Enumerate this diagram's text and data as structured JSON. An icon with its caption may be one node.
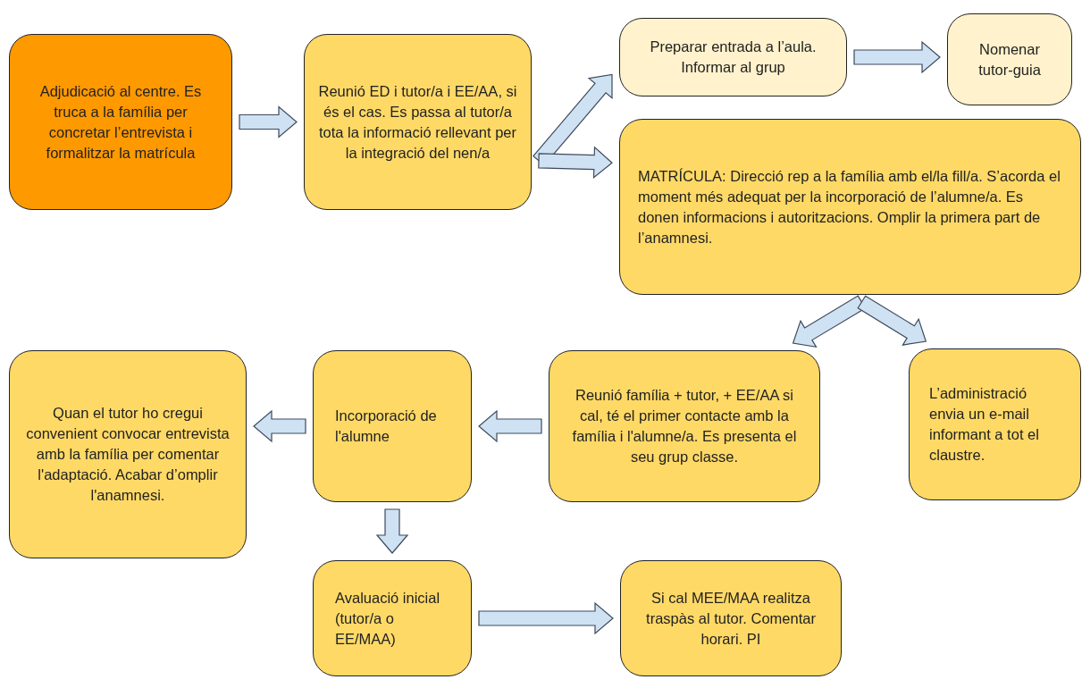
{
  "diagram": {
    "nodes": [
      {
        "text": [
          "Adjudicació al centre. Es truca a la família per concretar l’entrevista i formalitzar la matrícula"
        ]
      },
      {
        "text": [
          "Reunió ED i tutor/a i EE/AA, si és el cas. Es passa al tutor/a tota la informació rellevant per la integració del nen/a"
        ]
      },
      {
        "text": [
          "Preparar entrada a l’aula. Informar al grup"
        ]
      },
      {
        "text": [
          "Nomenar tutor-guia"
        ]
      },
      {
        "text": [
          "MATRÍCULA: Direcció rep a la família amb el/la fill/a. S’acorda el moment més adequat per la incorporació de l’alumne/a. Es donen informacions i autoritzacions. Omplir la primera part de l’anamnesi."
        ]
      },
      {
        "text": [
          "L’administració envia un e-mail informant a tot el claustre."
        ]
      },
      {
        "text": [
          "Reunió família + tutor, + EE/AA si cal, té el primer contacte amb la família i l'alumne/a. Es presenta el seu grup classe."
        ]
      },
      {
        "text": [
          "Incorporació de l'alumne"
        ]
      },
      {
        "text": [
          "Quan el tutor ho cregui convenient convocar entrevista amb la família per comentar l'adaptació. Acabar d’omplir l'anamnesi."
        ]
      },
      {
        "text": [
          "Avaluació inicial (tutor/a o EE/MAA)"
        ]
      },
      {
        "text": [
          "Si cal MEE/MAA realitza traspàs al tutor. Comentar horari. PI"
        ]
      }
    ],
    "edges": [
      {
        "from": 0,
        "to": 1,
        "arrow": "to"
      },
      {
        "from": 1,
        "to": 2,
        "arrow": "to"
      },
      {
        "from": 1,
        "to": 4,
        "arrow": "to"
      },
      {
        "from": 2,
        "to": 3,
        "arrow": "to"
      },
      {
        "from": 4,
        "to": 6,
        "arrow": "to"
      },
      {
        "from": 4,
        "to": 5,
        "arrow": "to"
      },
      {
        "from": 6,
        "to": 7,
        "arrow": "to"
      },
      {
        "from": 7,
        "to": 8,
        "arrow": "to"
      },
      {
        "from": 7,
        "to": 9,
        "arrow": "to"
      },
      {
        "from": 9,
        "to": 10,
        "arrow": "to"
      }
    ]
  }
}
